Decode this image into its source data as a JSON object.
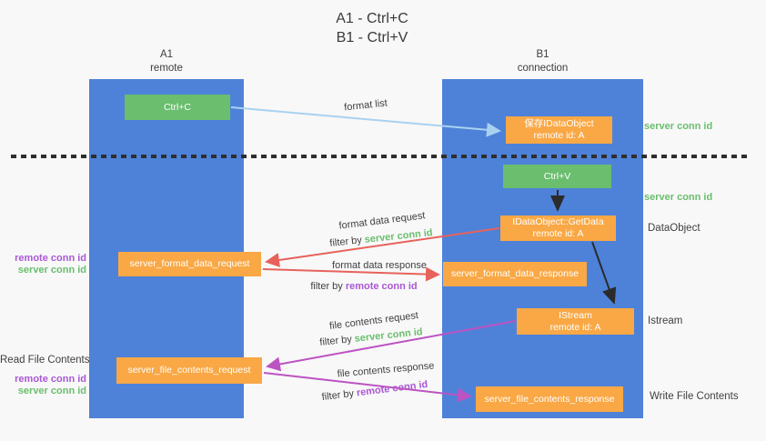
{
  "title": {
    "line1": "A1 - Ctrl+C",
    "line2": "B1 - Ctrl+V"
  },
  "columns": {
    "left": {
      "name": "A1",
      "role": "remote"
    },
    "right": {
      "name": "B1",
      "role": "connection"
    }
  },
  "boxes": {
    "ctrl_c": "Ctrl+C",
    "ctrl_v": "Ctrl+V",
    "save_dataobject": {
      "line1": "保存IDataObject",
      "line2": "remote id: A"
    },
    "getdata": {
      "line1": "IDataObject::GetData",
      "line2": "remote id: A"
    },
    "istream": {
      "line1": "IStream",
      "line2": "remote id: A"
    },
    "format_request": "server_format_data_request",
    "format_response": "server_format_data_response",
    "file_request": "server_file_contents_request",
    "file_response": "server_file_contents_response"
  },
  "arrow_labels": {
    "format_list": "format list",
    "format_data_request": "format data request",
    "format_data_response": "format data response",
    "file_contents_request": "file contents request",
    "file_contents_response": "file contents response",
    "filter_by": "filter by",
    "server_conn_id": "server conn id",
    "remote_conn_id": "remote conn id"
  },
  "side_labels": {
    "right_top_server_conn_id": "server conn id",
    "right_mid_server_conn_id": "server conn id",
    "dataobject": "DataObject",
    "istream": "Istream",
    "write_file_contents": "Write File Contents",
    "left_remote_conn_id_top": "remote conn id",
    "left_server_conn_id_top": "server conn id",
    "read_file_contents": "Read File Contents",
    "left_remote_conn_id_bottom": "remote conn id",
    "left_server_conn_id_bottom": "server conn id"
  },
  "colors": {
    "column_blue": "#4e82d8",
    "box_green": "#6abe6e",
    "box_orange": "#f9a845",
    "arrow_lightblue": "#a9d2f0",
    "arrow_red": "#e7625b",
    "arrow_magenta": "#bc53c3",
    "arrow_black": "#2b2b2b",
    "text_green": "#6abe6e",
    "text_purple": "#a958d4",
    "text_dark": "#3f3f3f",
    "background": "#f8f8f8"
  }
}
